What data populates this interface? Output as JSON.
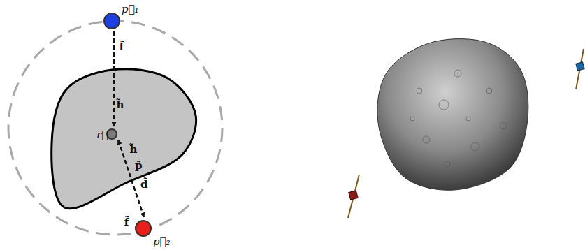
{
  "diagram": {
    "nodes": [
      {
        "text": [
          "p⃗₁"
        ]
      },
      {
        "text": [
          "r⃗"
        ]
      },
      {
        "text": [
          "p⃗₂"
        ]
      }
    ],
    "edges": [
      {
        "from": 0,
        "to": 1,
        "arrow": "to",
        "label": "f̃"
      },
      {
        "from": 2,
        "to": 1,
        "arrow": "to",
        "label": "p̃"
      },
      {
        "from": 1,
        "to": 2,
        "arrow": "to",
        "label": "d̃"
      }
    ],
    "labels": [
      "h̃",
      "h̃",
      "f̃"
    ]
  }
}
